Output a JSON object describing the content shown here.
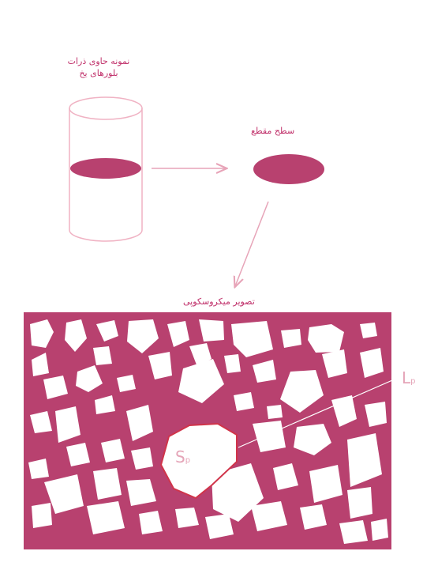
{
  "labels": {
    "sample_line1": "نمونه حاوی ذرات",
    "sample_line2": "بلورهای یخ",
    "cut_surface": "سطح مقطع",
    "microscope_image": "تصویر میکروسکوپی",
    "lp_main": "L",
    "lp_sub": "p",
    "sp_main": "S",
    "sp_sub": "p"
  },
  "colors": {
    "accent": "#b8416f",
    "label_text": "#c0306a",
    "arrow": "#e7a4b8",
    "outline": "#f0b2c3",
    "crystal": "#ffffff",
    "sp_outline": "#d0344a"
  }
}
